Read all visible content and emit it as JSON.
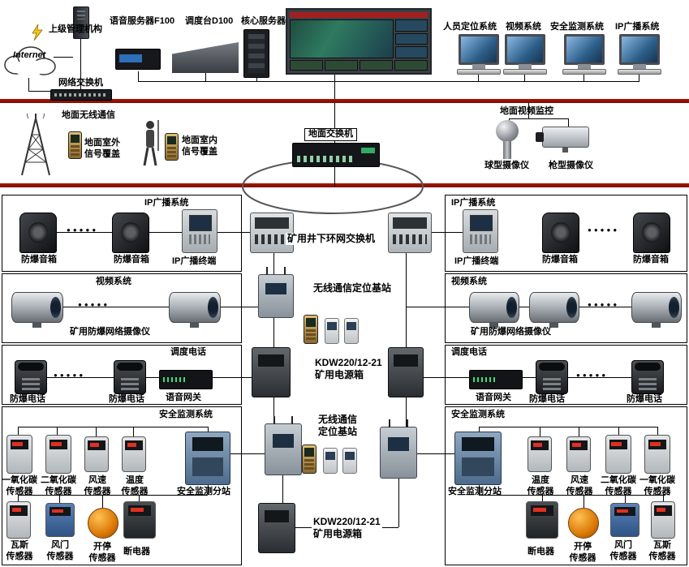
{
  "dots": "●●●●●",
  "top": {
    "internet": "Internet",
    "upper_mgmt": "上级管理机构",
    "voice_server": "语音服务器F100",
    "dispatch": "调度台D100",
    "core_server": "核心服务器",
    "net_switch": "网络交换机",
    "sys_person": "人员定位系统",
    "sys_video": "视频系统",
    "sys_safety": "安全监测系统",
    "sys_ip": "IP广播系统"
  },
  "ground": {
    "wireless": "地面无线通信",
    "outdoor": "地面室外\n信号覆盖",
    "indoor": "地面室内\n信号覆盖",
    "switch": "地面交换机",
    "video_mon": "地面视频监控",
    "dome": "球型摄像仪",
    "gun": "枪型摄像仪"
  },
  "ring": {
    "label": "矿用井下环网交换机"
  },
  "center": {
    "bs1": "无线通信定位基站",
    "power1": "KDW220/12-21\n矿用电源箱",
    "bs2": "无线通信\n定位基站",
    "power2": "KDW220/12-21\n矿用电源箱"
  },
  "left": {
    "ip": {
      "title": "IP广播系统",
      "spk1": "防爆音箱",
      "spk2": "防爆音箱",
      "term": "IP广播终端"
    },
    "video": {
      "title": "视频系统",
      "cam": "矿用防爆网络摄像仪"
    },
    "phone": {
      "title": "调度电话",
      "p1": "防爆电话",
      "p2": "防爆电话",
      "gw": "语音网关"
    },
    "safety": {
      "title": "安全监测系统",
      "station": "安全监测分站",
      "s_co": "一氧化碳\n传感器",
      "s_co2": "二氧化碳\n传感器",
      "s_wind": "风速\n传感器",
      "s_temp": "温度\n传感器",
      "s_gas": "瓦斯\n传感器",
      "s_door": "风门\n传感器",
      "s_onoff": "开停\n传感器",
      "s_cut": "断电器"
    }
  },
  "right": {
    "ip": {
      "title": "IP广播系统",
      "term": "IP广播终端",
      "spk1": "防爆音箱",
      "spk2": "防爆音箱"
    },
    "video": {
      "title": "视频系统",
      "cam": "矿用防爆网络摄像仪"
    },
    "phone": {
      "title": "调度电话",
      "gw": "语音网关",
      "p1": "防爆电话",
      "p2": "防爆电话"
    },
    "safety": {
      "title": "安全监测系统",
      "station": "安全监测分站",
      "s_temp": "温度\n传感器",
      "s_wind": "风速\n传感器",
      "s_co2": "二氧化碳\n传感器",
      "s_co": "一氧化碳\n传感器",
      "s_cut": "断电器",
      "s_onoff": "开停\n传感器",
      "s_door": "风门\n传感器",
      "s_gas": "瓦斯\n传感器"
    }
  }
}
